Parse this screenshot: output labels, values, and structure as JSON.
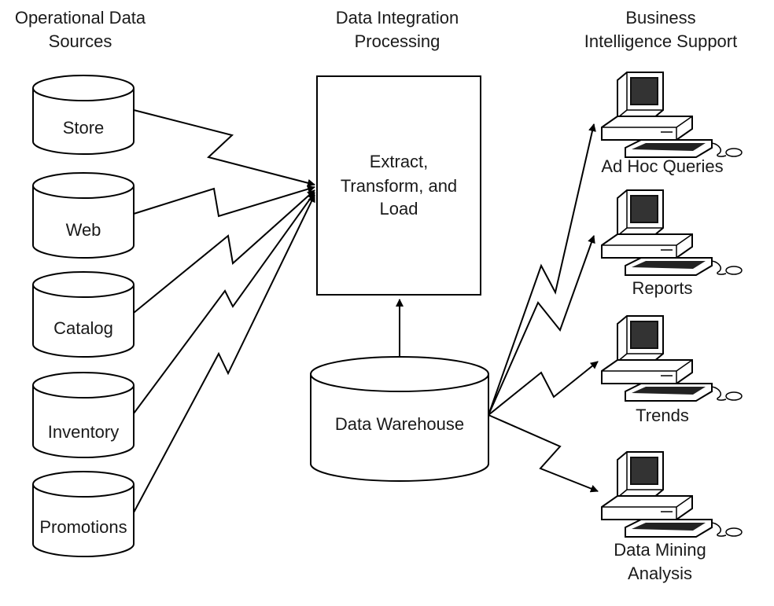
{
  "columns": {
    "sources": {
      "line1": "Operational Data",
      "line2": "Sources"
    },
    "integration": {
      "line1": "Data Integration",
      "line2": "Processing"
    },
    "bi": {
      "line1": "Business",
      "line2": "Intelligence Support"
    }
  },
  "sources": [
    "Store",
    "Web",
    "Catalog",
    "Inventory",
    "Promotions"
  ],
  "etl": {
    "line1": "Extract,",
    "line2": "Transform, and",
    "line3": "Load"
  },
  "warehouse": {
    "label": "Data Warehouse"
  },
  "outputs": {
    "adhoc": "Ad Hoc Queries",
    "reports": "Reports",
    "trends": "Trends",
    "mining_line1": "Data Mining",
    "mining_line2": "Analysis"
  }
}
